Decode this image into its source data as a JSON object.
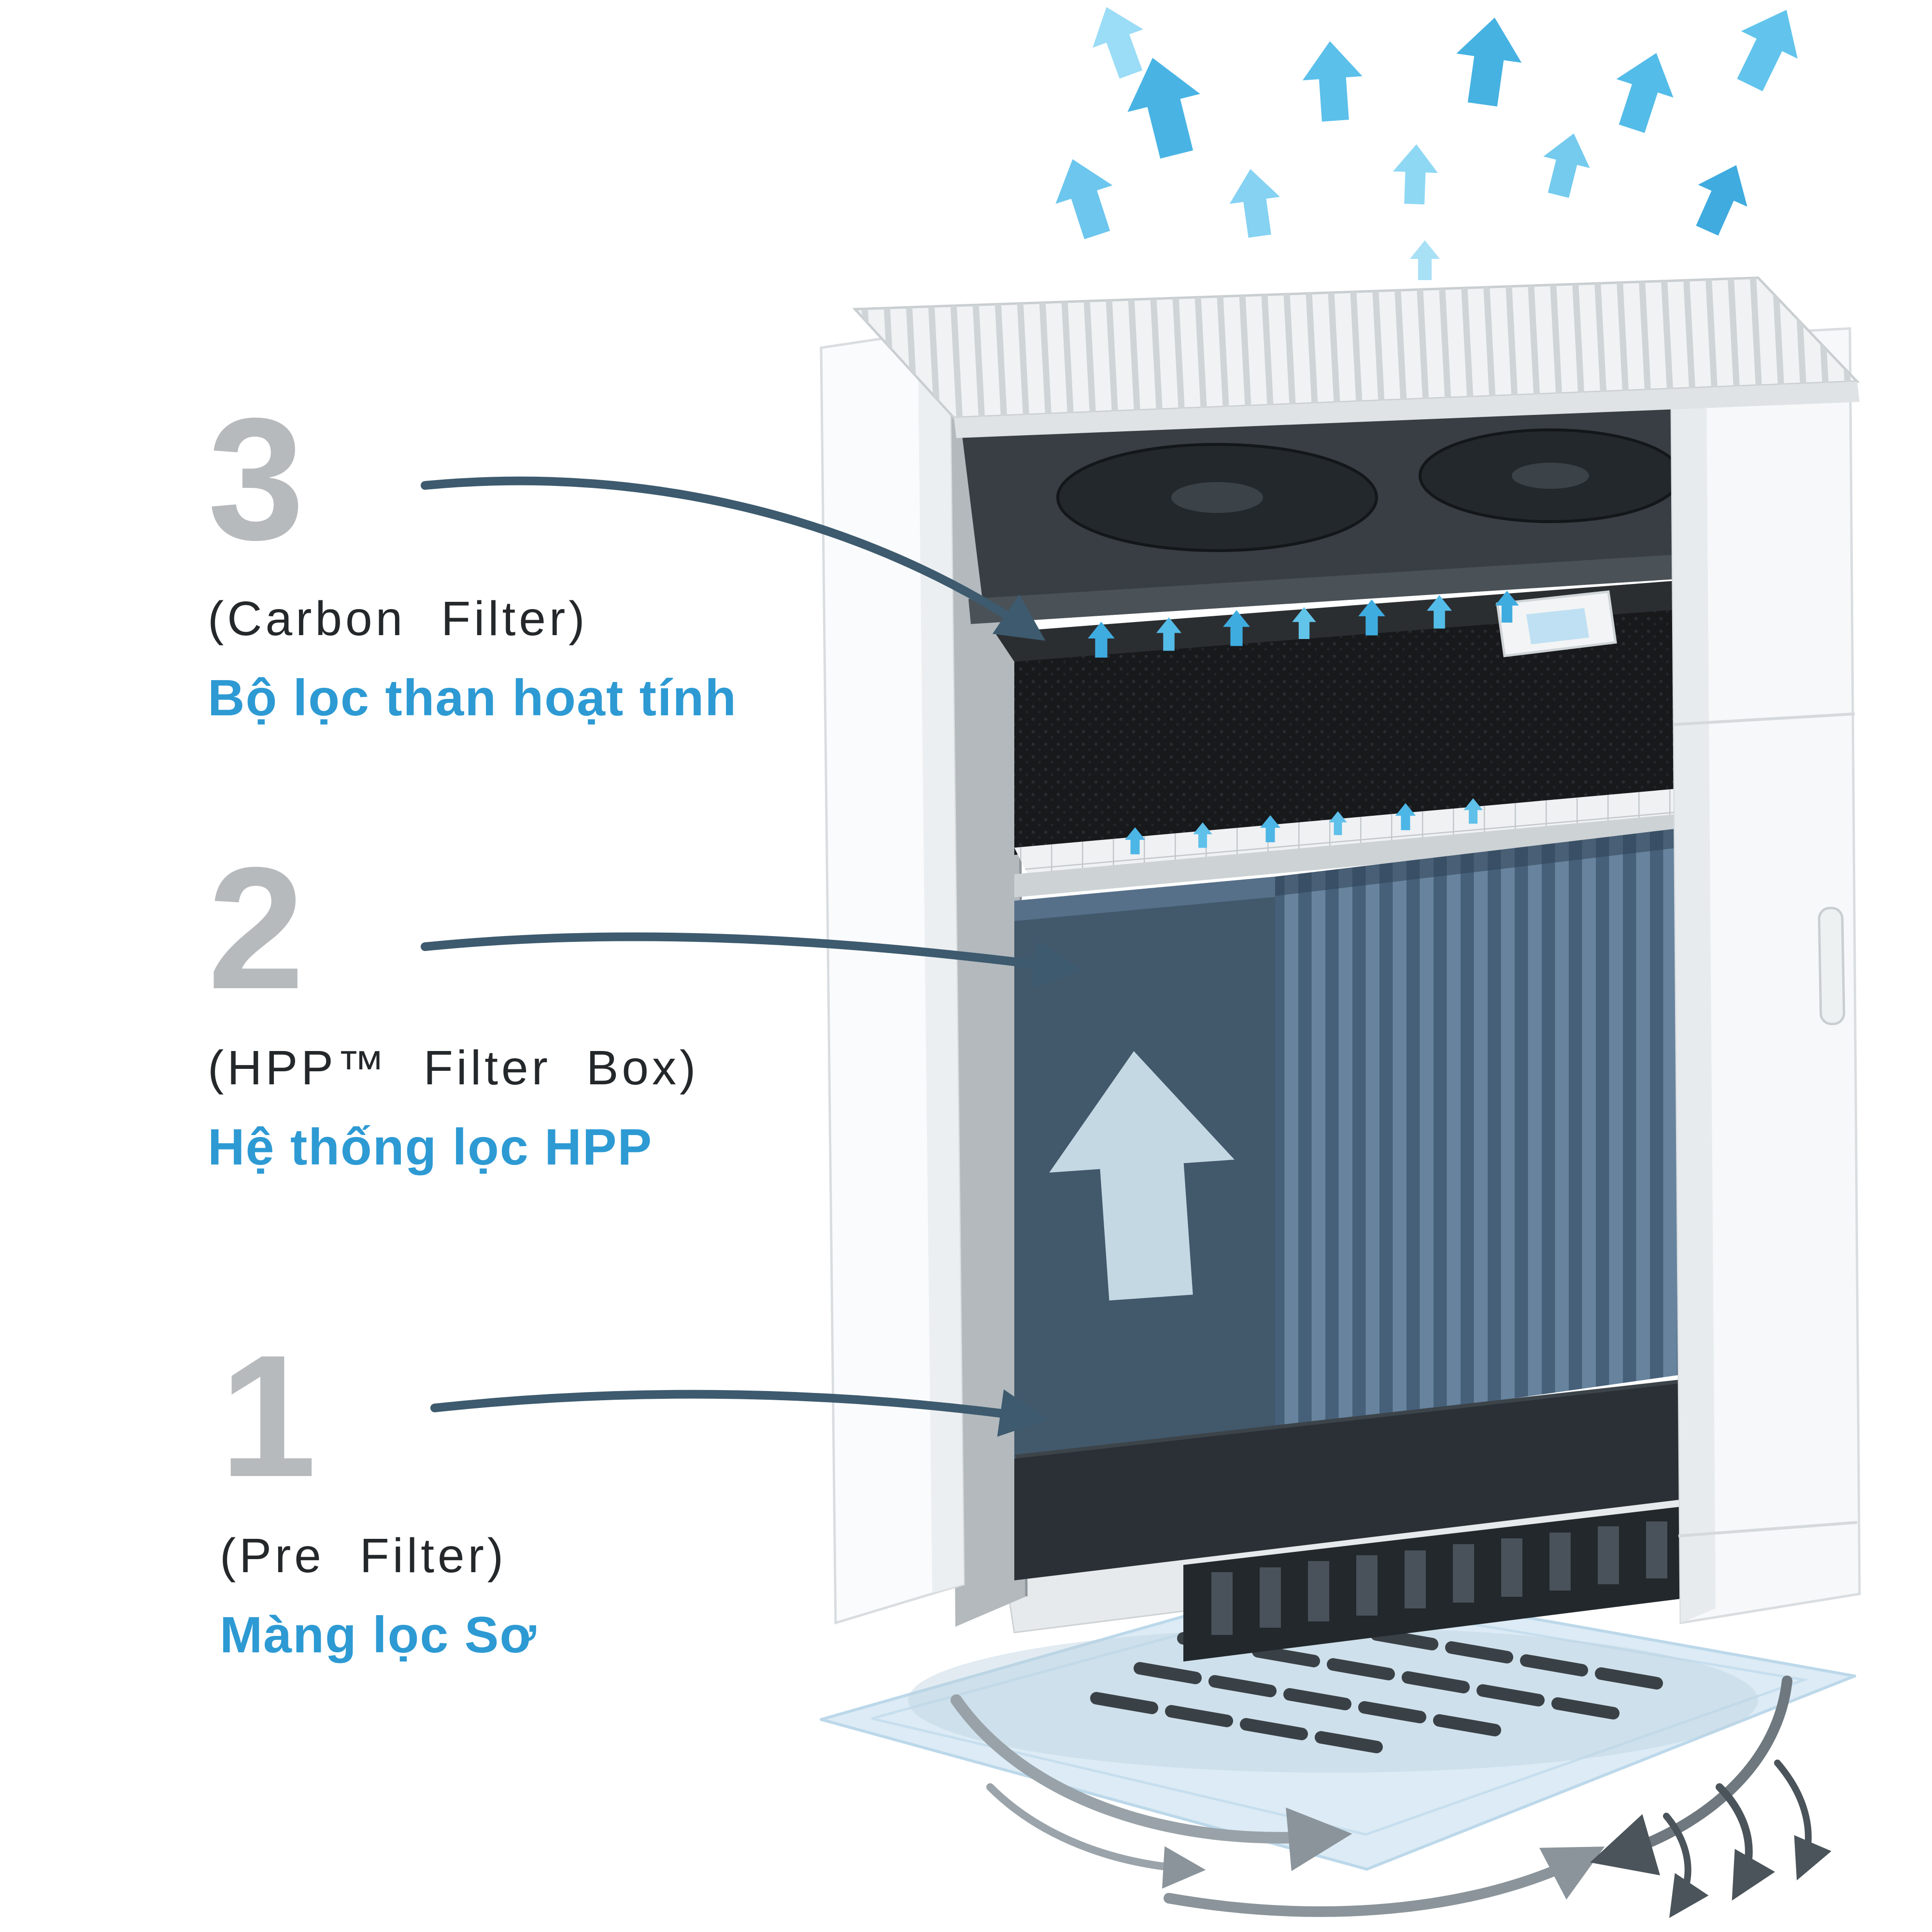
{
  "page": {
    "background": "#ffffff"
  },
  "colors": {
    "accent_blue": "#2d9ad3",
    "callout_number_gray": "#b7babd",
    "callout_text_dark": "#24282b",
    "pointer_arrow": "#3d5a6e",
    "air_arrow_blue": "#54bce8",
    "base_plate_blue": "#dcebf5",
    "hpp_filter_blue_gray": "#42586b",
    "carbon_black": "#17191b"
  },
  "callouts": [
    {
      "number": "3",
      "title_en": "(Carbon Filter)",
      "title_vi": "Bộ lọc than hoạt tính"
    },
    {
      "number": "2",
      "title_en": "(HPP™ Filter Box)",
      "title_vi": "Hệ thống lọc HPP"
    },
    {
      "number": "1",
      "title_en": "(Pre Filter)",
      "title_vi": "Màng lọc Sơ"
    }
  ],
  "illustration": {
    "subject": "tower air purifier cutaway",
    "layers_top_to_bottom": [
      "top-outlet-grille",
      "fan-assembly",
      "carbon-filter",
      "support-grid",
      "hpp-filter-box",
      "pre-filter",
      "base-inlet-plate"
    ]
  }
}
